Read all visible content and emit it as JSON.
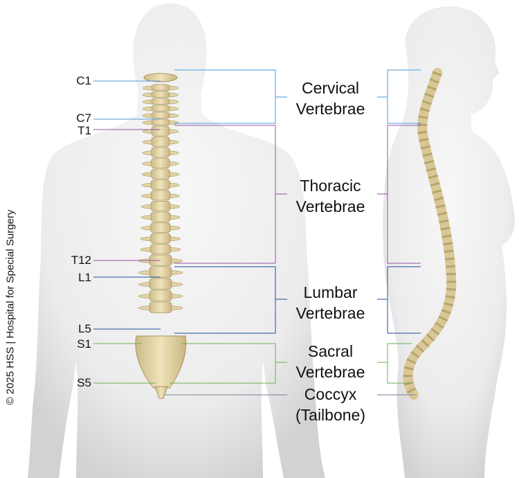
{
  "labels": {
    "c1": "C1",
    "c7": "C7",
    "t1": "T1",
    "t12": "T12",
    "l1": "L1",
    "l5": "L5",
    "s1": "S1",
    "s5": "S5"
  },
  "groups": {
    "cervical": {
      "line1": "Cervical",
      "line2": "Vertebrae",
      "color": "#4a9ad4"
    },
    "thoracic": {
      "line1": "Thoracic",
      "line2": "Vertebrae",
      "color": "#9b4fa8"
    },
    "lumbar": {
      "line1": "Lumbar",
      "line2": "Vertebrae",
      "color": "#1f4e96"
    },
    "sacral": {
      "line1": "Sacral",
      "line2": "Vertebrae",
      "color": "#6ab04c"
    },
    "coccyx": {
      "line1": "Coccyx",
      "line2": "(Tailbone)",
      "color": "#6d8096"
    }
  },
  "copyright": "© 2025 HSS | Hospital for Special Surgery"
}
